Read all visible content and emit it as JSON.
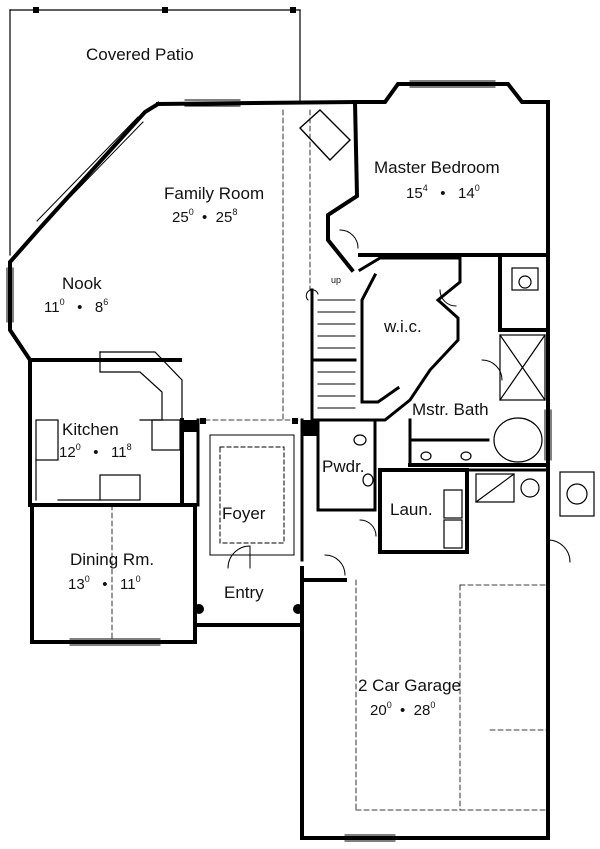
{
  "rooms": {
    "covered_patio": {
      "name": "Covered Patio"
    },
    "family_room": {
      "name": "Family Room",
      "w_ft": "25",
      "w_in": "0",
      "l_ft": "25",
      "l_in": "8"
    },
    "master_bedroom": {
      "name": "Master Bedroom",
      "w_ft": "15",
      "w_in": "4",
      "l_ft": "14",
      "l_in": "0"
    },
    "nook": {
      "name": "Nook",
      "w_ft": "11",
      "w_in": "0",
      "l_ft": "8",
      "l_in": "6"
    },
    "wic": {
      "name": "w.i.c."
    },
    "kitchen": {
      "name": "Kitchen",
      "w_ft": "12",
      "w_in": "0",
      "l_ft": "11",
      "l_in": "8"
    },
    "mstr_bath": {
      "name": "Mstr. Bath"
    },
    "powder": {
      "name": "Pwdr."
    },
    "foyer": {
      "name": "Foyer"
    },
    "laundry": {
      "name": "Laun."
    },
    "dining": {
      "name": "Dining Rm.",
      "w_ft": "13",
      "w_in": "0",
      "l_ft": "11",
      "l_in": "0"
    },
    "entry": {
      "name": "Entry"
    },
    "garage": {
      "name": "2 Car Garage",
      "w_ft": "20",
      "w_in": "0",
      "l_ft": "28",
      "l_in": "0"
    }
  },
  "stair_label": "up",
  "dim_separator": "•"
}
